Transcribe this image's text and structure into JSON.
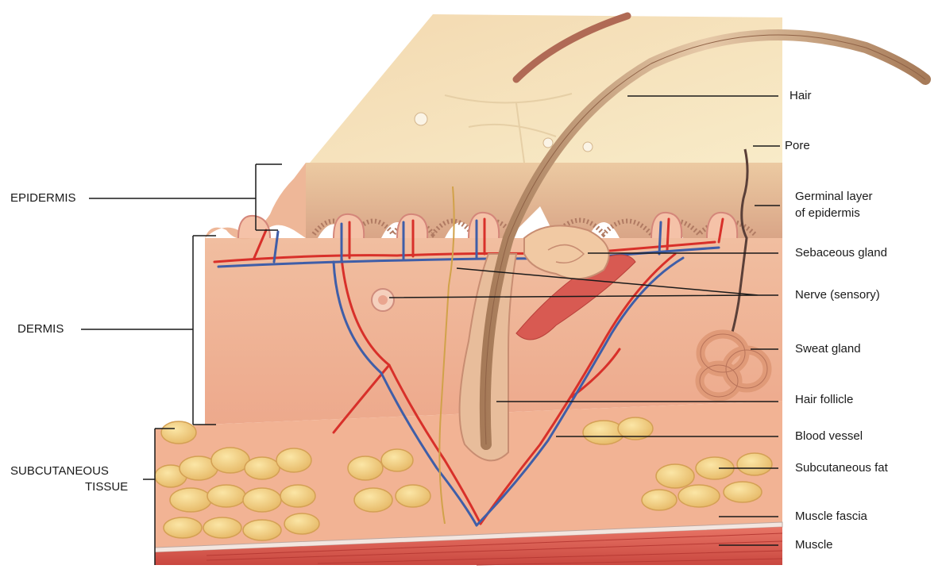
{
  "left_labels": {
    "epidermis": "EPIDERMIS",
    "dermis": "DERMIS",
    "subcutaneous_line1": "SUBCUTANEOUS",
    "subcutaneous_line2": "TISSUE"
  },
  "right_labels": {
    "hair": "Hair",
    "pore": "Pore",
    "germinal_line1": "Germinal layer",
    "germinal_line2": "of epidermis",
    "sebaceous_gland": "Sebaceous gland",
    "nerve": "Nerve (sensory)",
    "sweat_gland": "Sweat gland",
    "hair_follicle": "Hair follicle",
    "blood_vessel": "Blood vessel",
    "subcutaneous_fat": "Subcutaneous fat",
    "muscle_fascia": "Muscle fascia",
    "muscle": "Muscle"
  },
  "colors": {
    "skin_surface": "#f6e3b9",
    "epidermis": "#e9c49d",
    "dermis": "#efb496",
    "subcutaneous": "#f0a88a",
    "fat": "#f3d17d",
    "muscle": "#d95850",
    "artery": "#d8302a",
    "vein": "#3f5ea8",
    "hair": "#c89a74",
    "leader_line": "#1a1a1a"
  }
}
